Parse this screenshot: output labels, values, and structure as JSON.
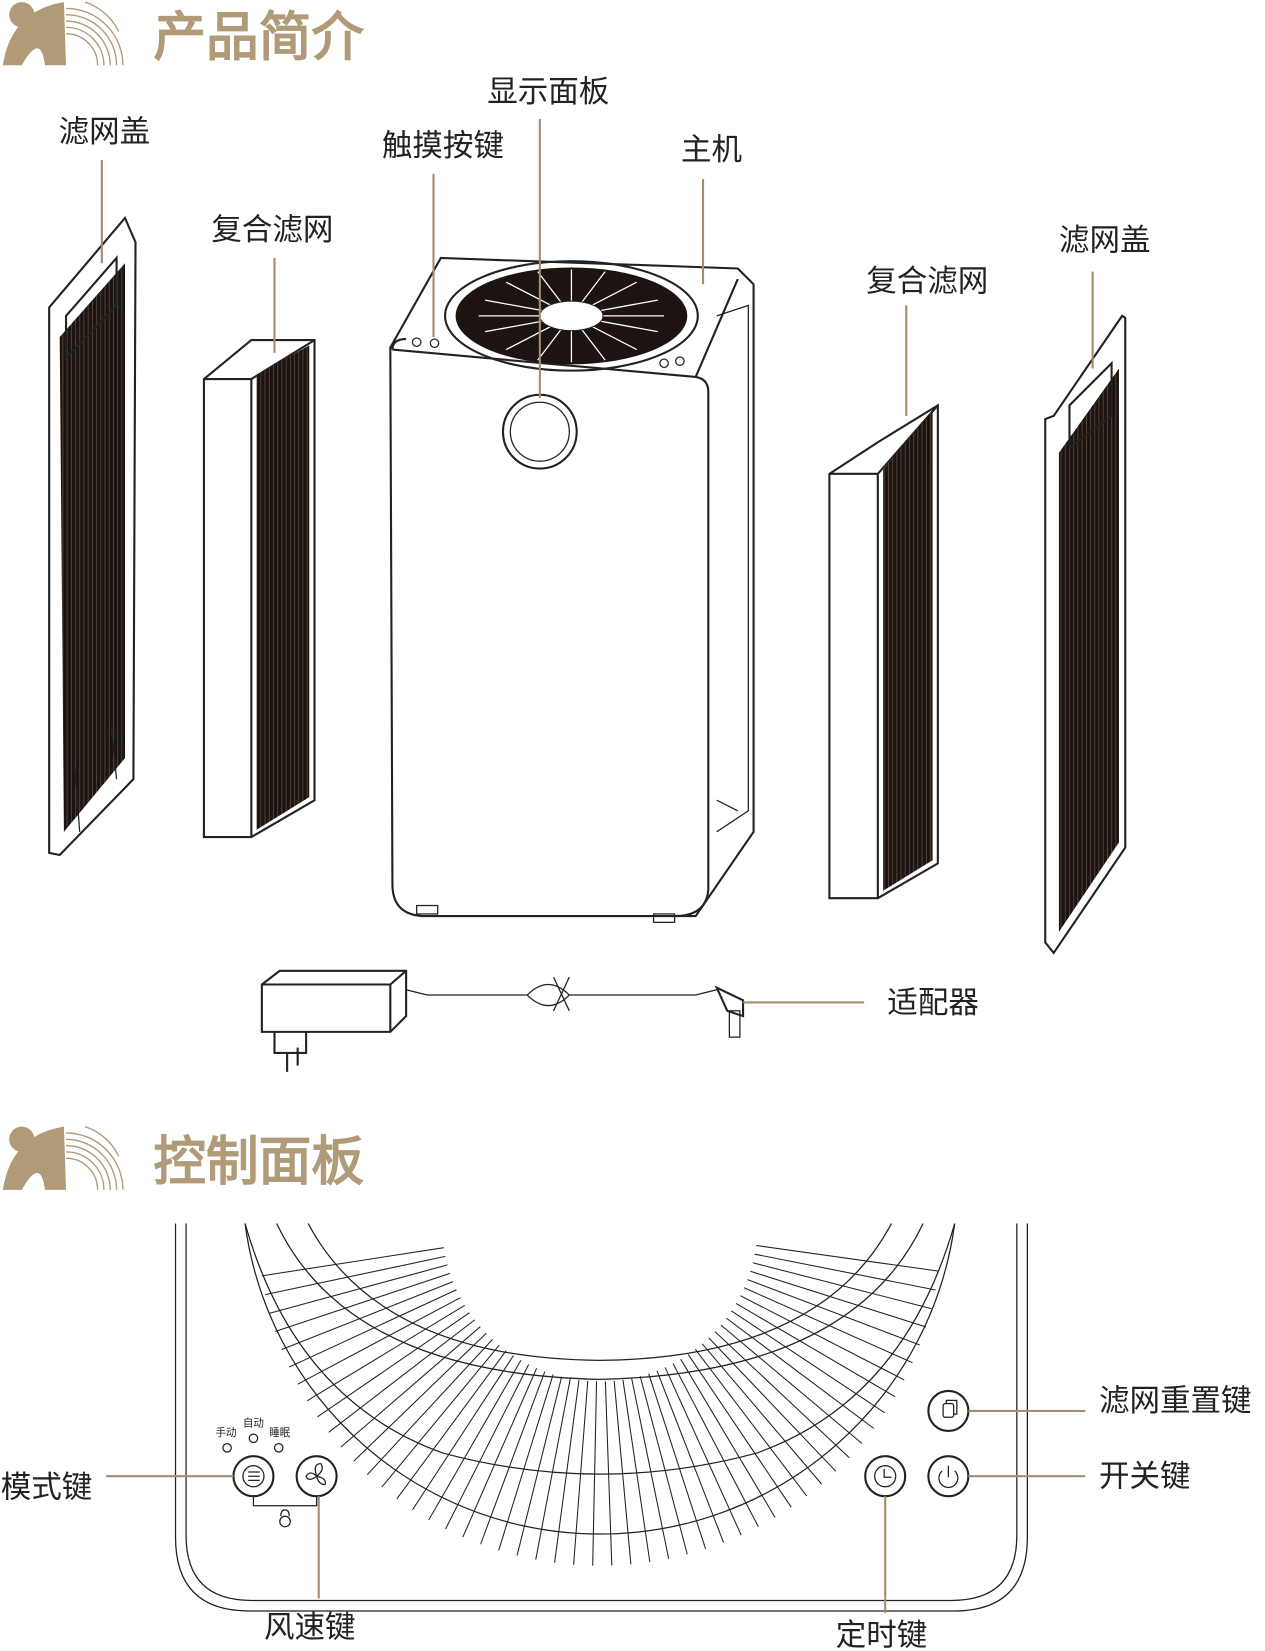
{
  "sections": [
    {
      "title": "产品简介"
    },
    {
      "title": "控制面板"
    }
  ],
  "product_labels": {
    "filter_cover_left": "滤网盖",
    "composite_filter_left": "复合滤网",
    "touch_keys": "触摸按键",
    "display_panel": "显示面板",
    "main_unit": "主机",
    "composite_filter_right": "复合滤网",
    "filter_cover_right": "滤网盖",
    "adapter": "适配器"
  },
  "control_panel": {
    "indicators": [
      "手动",
      "自动",
      "睡眠"
    ],
    "mode_key": "模式键",
    "fan_speed_key": "风速键",
    "timer_key": "定时键",
    "filter_reset_key": "滤网重置键",
    "power_key": "开关键"
  },
  "colors": {
    "accent": "#b09a78",
    "leader": "#a38d6d",
    "line": "#222222"
  }
}
